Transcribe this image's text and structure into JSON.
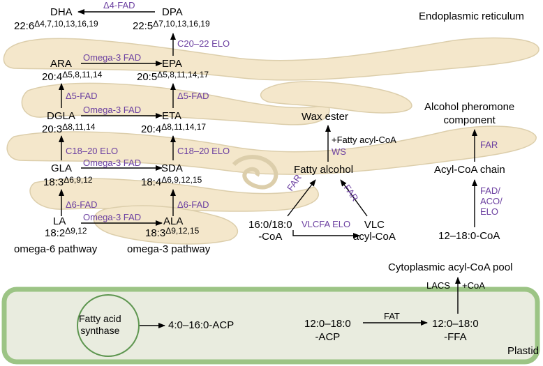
{
  "colors": {
    "enzyme_purple": "#6b3fa0",
    "er_fill": "#f3e5c6",
    "er_stroke": "#d9c9a3",
    "plastid_fill": "#e9ecdf",
    "plastid_stroke": "#9cc485",
    "circle_stroke": "#5e9650"
  },
  "compartments": {
    "er": "Endoplasmic reticulum",
    "plastid": "Plastid",
    "cytoplasmic_pool": "Cytoplasmic acyl-CoA pool"
  },
  "omega6": {
    "la_name": "LA",
    "la_fa": "18:2",
    "la_pos": "Δ9,12",
    "gla_name": "GLA",
    "gla_fa": "18:3",
    "gla_pos": "Δ6,9,12",
    "dgla_name": "DGLA",
    "dgla_fa": "20:3",
    "dgla_pos": "Δ8,11,14",
    "ara_name": "ARA",
    "ara_fa": "20:4",
    "ara_pos": "Δ5,8,11,14",
    "dha_name": "DHA",
    "dha_fa": "22:6",
    "dha_pos": "Δ4,7,10,13,16,19",
    "pathway_label": "omega-6 pathway"
  },
  "omega3": {
    "ala_name": "ALA",
    "ala_fa": "18:3",
    "ala_pos": "Δ9,12,15",
    "sda_name": "SDA",
    "sda_fa": "18:4",
    "sda_pos": "Δ6,9,12,15",
    "eta_name": "ETA",
    "eta_fa": "20:4",
    "eta_pos": "Δ8,11,14,17",
    "epa_name": "EPA",
    "epa_fa": "20:5",
    "epa_pos": "Δ5,8,11,14,17",
    "dpa_name": "DPA",
    "dpa_fa": "22:5",
    "dpa_pos": "Δ7,10,13,16,19",
    "pathway_label": "omega-3 pathway"
  },
  "enzymes": {
    "d4_fad": "Δ4-FAD",
    "d5_fad_a": "Δ5-FAD",
    "d5_fad_b": "Δ5-FAD",
    "d6_fad_a": "Δ6-FAD",
    "d6_fad_b": "Δ6-FAD",
    "c18_20_elo_a": "C18–20 ELO",
    "c18_20_elo_b": "C18–20 ELO",
    "c20_22_elo": "C20–22 ELO",
    "omega3_fad_1": "Omega-3 FAD",
    "omega3_fad_2": "Omega-3 FAD",
    "omega3_fad_3": "Omega-3 FAD",
    "omega3_fad_4": "Omega-3 FAD",
    "vlcfa_elo": "VLCFA ELO",
    "far_left": "FAR",
    "far_right": "FAR",
    "ws": "WS",
    "far_pher": "FAR",
    "fad_aco_elo": "FAD/\nACO/\nELO"
  },
  "wax": {
    "wax_ester": "Wax ester",
    "fatty_acyl_coa": "+Fatty acyl-CoA",
    "fatty_alcohol": "Fatty alcohol",
    "substrate": "16:0/18:0\n-CoA",
    "vlc": "VLC\nacyl-CoA"
  },
  "pheromone": {
    "product": "Alcohol pheromone\ncomponent",
    "acyl_coa_chain": "Acyl-CoA chain",
    "substrate": "12–18:0-CoA"
  },
  "plastid_pathway": {
    "synthase": "Fatty acid\nsynthase",
    "acp_range": "4:0–16:0-ACP",
    "acp_in": "12:0–18:0\n-ACP",
    "fat": "FAT",
    "ffa": "12:0–18:0\n-FFA",
    "lacs": "LACS",
    "coa": "+CoA"
  }
}
